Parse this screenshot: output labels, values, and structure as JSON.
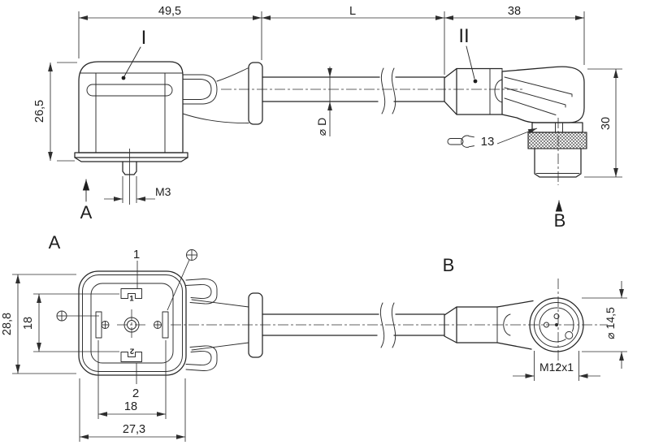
{
  "drawing": {
    "type": "cable-connector-dimension-drawing",
    "dimensions": {
      "connector_width": "49,5",
      "cable_length": "L",
      "m12_length": "38",
      "connector_height": "26,5",
      "cable_diameter": "⌀ D",
      "stud_thread": "M3",
      "m12_height": "30",
      "wrench_size": "13",
      "face_outer_height": "28,8",
      "contact_spacing_vertical": "18",
      "contact_spacing_horizontal": "18",
      "face_outer_width": "27,3",
      "m12_thread": "M12x1",
      "m12_face_diameter": "⌀ 14,5"
    },
    "labels": {
      "detail_1": "I",
      "detail_2": "II",
      "view_a_arrow": "A",
      "view_b_arrow": "B",
      "view_a_title": "A",
      "view_b_title": "B",
      "pin_1": "1",
      "pin_2": "2",
      "contact_1_marking": "1",
      "contact_2_marking": "2"
    },
    "colors": {
      "line": "#242424",
      "background": "#ffffff"
    }
  }
}
